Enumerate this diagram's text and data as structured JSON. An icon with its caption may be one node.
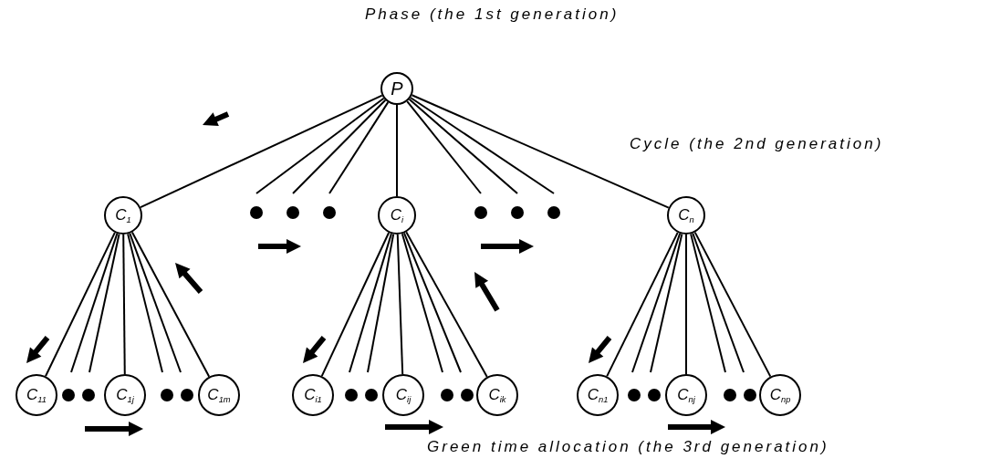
{
  "diagram": {
    "nodes": [
      {
        "text": [
          "P"
        ]
      },
      {
        "text": [
          "C$_{1}$"
        ]
      },
      {
        "text": [
          "C$_{i}$"
        ]
      },
      {
        "text": [
          "C$_{n}$"
        ]
      },
      {
        "text": [
          "C$_{11}$"
        ]
      },
      {
        "text": [
          "C$_{1j}$"
        ]
      },
      {
        "text": [
          "C$_{1m}$"
        ]
      },
      {
        "text": [
          "C$_{i1}$"
        ]
      },
      {
        "text": [
          "C$_{ij}$"
        ]
      },
      {
        "text": [
          "C$_{ik}$"
        ]
      },
      {
        "text": [
          "C$_{n1}$"
        ]
      },
      {
        "text": [
          "C$_{nj}$"
        ]
      },
      {
        "text": [
          "C$_{np}$"
        ]
      }
    ],
    "edges": [
      {
        "from": 0,
        "to": 1,
        "arrow": "none"
      },
      {
        "from": 0,
        "to": null,
        "arrow": "none"
      },
      {
        "from": 0,
        "to": null,
        "arrow": "none"
      },
      {
        "from": 0,
        "to": null,
        "arrow": "none"
      },
      {
        "from": 0,
        "to": 2,
        "arrow": "none"
      },
      {
        "from": 0,
        "to": null,
        "arrow": "none"
      },
      {
        "from": 0,
        "to": null,
        "arrow": "none"
      },
      {
        "from": 0,
        "to": null,
        "arrow": "none"
      },
      {
        "from": 0,
        "to": 3,
        "arrow": "none"
      },
      {
        "from": 1,
        "to": 4,
        "arrow": "none"
      },
      {
        "from": 1,
        "to": null,
        "arrow": "none"
      },
      {
        "from": 1,
        "to": null,
        "arrow": "none"
      },
      {
        "from": 1,
        "to": 5,
        "arrow": "none"
      },
      {
        "from": 1,
        "to": null,
        "arrow": "none"
      },
      {
        "from": 1,
        "to": null,
        "arrow": "none"
      },
      {
        "from": 1,
        "to": 6,
        "arrow": "none"
      },
      {
        "from": 2,
        "to": 7,
        "arrow": "none"
      },
      {
        "from": 2,
        "to": null,
        "arrow": "none"
      },
      {
        "from": 2,
        "to": null,
        "arrow": "none"
      },
      {
        "from": 2,
        "to": 8,
        "arrow": "none"
      },
      {
        "from": 2,
        "to": null,
        "arrow": "none"
      },
      {
        "from": 2,
        "to": null,
        "arrow": "none"
      },
      {
        "from": 2,
        "to": 9,
        "arrow": "none"
      },
      {
        "from": 3,
        "to": 10,
        "arrow": "none"
      },
      {
        "from": 3,
        "to": null,
        "arrow": "none"
      },
      {
        "from": 3,
        "to": null,
        "arrow": "none"
      },
      {
        "from": 3,
        "to": 11,
        "arrow": "none"
      },
      {
        "from": 3,
        "to": null,
        "arrow": "none"
      },
      {
        "from": 3,
        "to": null,
        "arrow": "none"
      },
      {
        "from": 3,
        "to": 12,
        "arrow": "none"
      }
    ],
    "labels": [
      "Phase (the 1st generation)",
      "Cycle (the 2nd generation)",
      "Green time allocation (the 3rd generation)"
    ]
  }
}
